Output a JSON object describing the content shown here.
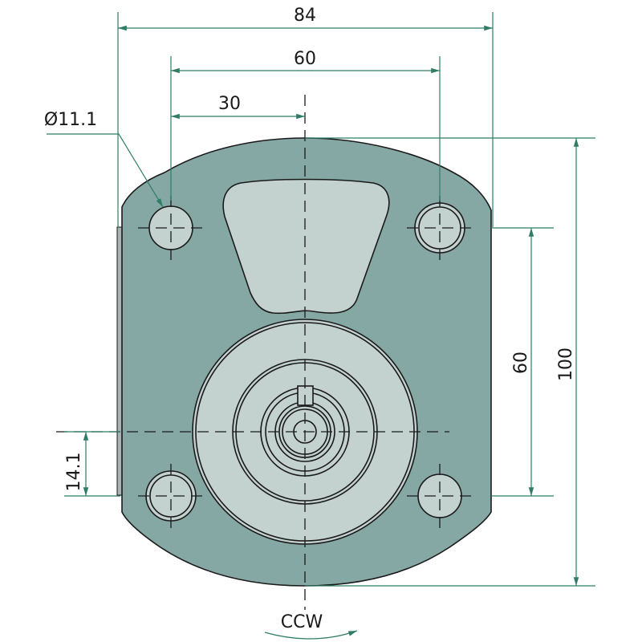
{
  "drawing": {
    "dimensions": {
      "overall_width": "84",
      "bolt_spacing_horizontal": "60",
      "half_spacing": "30",
      "hole_diameter": "Ø11.1",
      "bolt_spacing_vertical": "60",
      "overall_height": "100",
      "shaft_offset": "14.1"
    },
    "rotation_label": "CCW"
  },
  "colors": {
    "body": "#86a8a5",
    "face": "#c4d2cf",
    "dimension": "#2f7d66"
  }
}
